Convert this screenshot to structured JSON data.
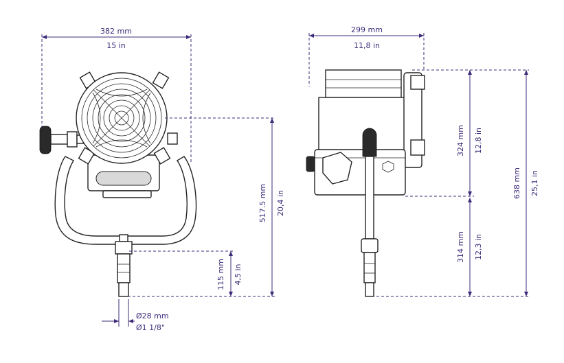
{
  "colors": {
    "dimension": "#3d2b7a",
    "outline": "#222222",
    "background": "#ffffff"
  },
  "front_view": {
    "width_mm": "382 mm",
    "width_in": "15 in",
    "height_mm": "517.5 mm",
    "height_in": "20,4 in",
    "spigot_height_mm": "115 mm",
    "spigot_height_in": "4,5 in",
    "spigot_diameter_mm": "Ø28 mm",
    "spigot_diameter_in": "Ø1 1/8\""
  },
  "side_view": {
    "depth_mm": "299 mm",
    "depth_in": "11,8 in",
    "head_height_mm": "324 mm",
    "head_height_in": "12,8 in",
    "yoke_height_mm": "314 mm",
    "yoke_height_in": "12,3 in",
    "total_height_mm": "638 mm",
    "total_height_in": "25,1 in"
  }
}
